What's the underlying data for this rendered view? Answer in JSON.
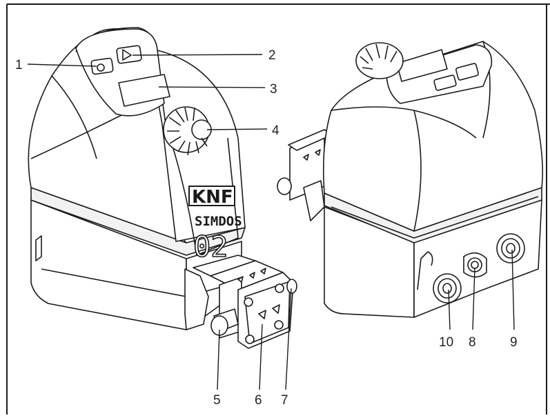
{
  "device": {
    "brand": "KNF",
    "model_name": "SIMDOS",
    "model_number": "02"
  },
  "callouts": [
    "1",
    "2",
    "3",
    "4",
    "5",
    "6",
    "7",
    "8",
    "9",
    "10"
  ],
  "icons": {
    "button_1": "stop-cycle-icon",
    "button_2": "play-pause-icon",
    "knob": "rotary-knob-icon",
    "head_arrows": "flow-direction-arrow-icon"
  },
  "colors": {
    "line": "#1a1a1a",
    "fill": "#ffffff",
    "shade": "#f2f2f2"
  }
}
